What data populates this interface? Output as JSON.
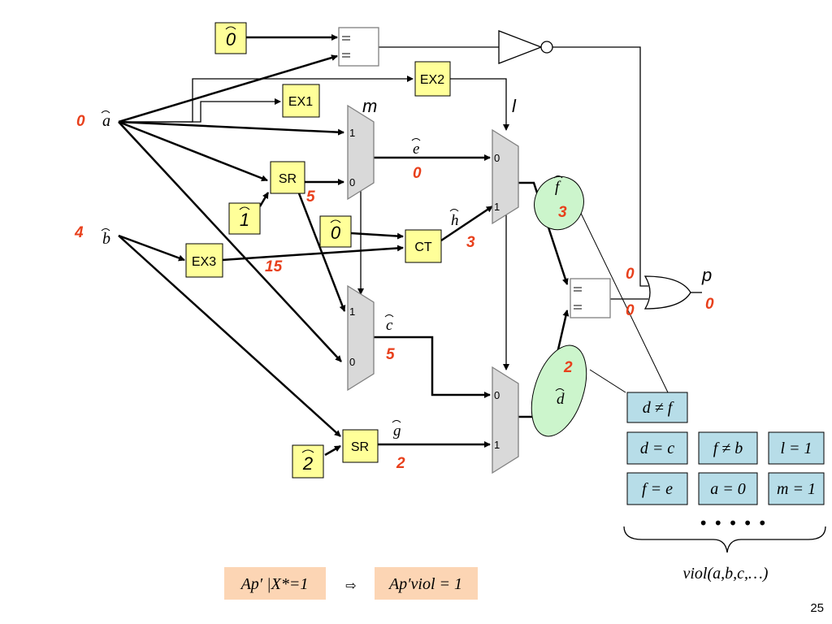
{
  "slide_number": "25",
  "inputs": {
    "a": {
      "name": "a",
      "value": "0"
    },
    "b": {
      "name": "b",
      "value": "4"
    }
  },
  "const_boxes": [
    "0",
    "1",
    "0",
    "2"
  ],
  "blocks": {
    "ex1": "EX1",
    "ex2": "EX2",
    "ex3": "EX3",
    "sr1": "SR",
    "sr2": "SR",
    "ct": "CT"
  },
  "signals": {
    "m": "m",
    "l": "l",
    "p": "p",
    "e": {
      "name": "e",
      "value": "0"
    },
    "h": {
      "name": "h",
      "value": "3"
    },
    "c": {
      "name": "c",
      "value": "5"
    },
    "g": {
      "name": "g",
      "value": "2"
    },
    "f": {
      "name": "f",
      "value": "3"
    },
    "d": {
      "name": "d",
      "value": "2"
    },
    "sr1_out": "5",
    "ex3_out": "15",
    "or_in0": "0",
    "or_in1": "0",
    "p_value": "0"
  },
  "mux_pins": {
    "one": "1",
    "zero": "0"
  },
  "constraints": {
    "row0": "d ≠ f",
    "row1": [
      "d = c",
      "f ≠ b",
      "l = 1"
    ],
    "row2": [
      "f = e",
      "a = 0",
      "m = 1"
    ],
    "ellipsis": "• • • • •",
    "viol": "viol(a,b,c,…)"
  },
  "formulas": {
    "left": "Ap′ |X*=1",
    "arrow": "⇨",
    "right": "Ap′viol = 1"
  },
  "colors": {
    "box_yellow": "#ffff99",
    "mux_gray": "#d9d9d9",
    "value_red": "#e8401c",
    "ellipse_green": "#ccf5cc",
    "constraint_blue": "#b7dde8",
    "formula_peach": "#fcd5b4"
  }
}
